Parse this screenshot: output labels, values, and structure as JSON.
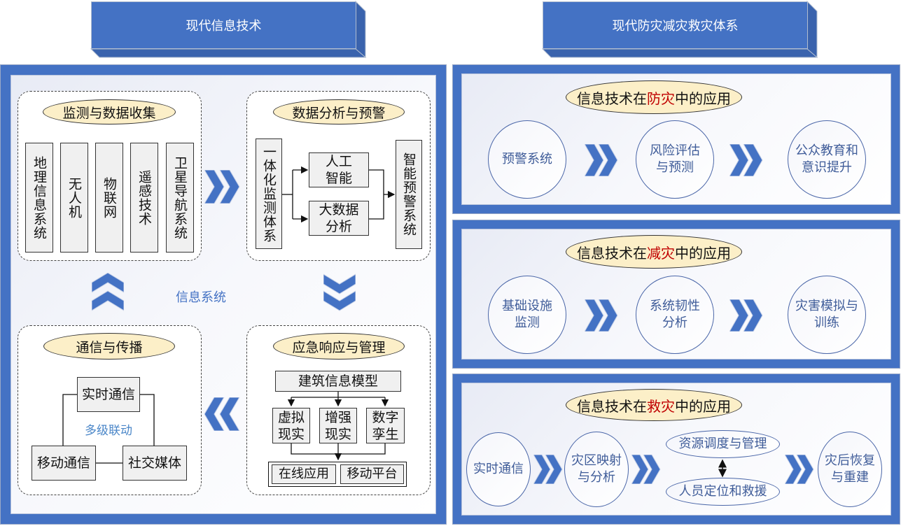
{
  "headers": {
    "left": "现代信息技术",
    "right": "现代防灾减灾救灾体系"
  },
  "colors": {
    "primary_blue": "#4472c4",
    "oval_fill": "#fcefc8",
    "highlight_red": "#c00000",
    "box_fill": "#f0f0f0"
  },
  "left_panel": {
    "center_label": "信息系统",
    "monitoring": {
      "title": "监测与数据收集",
      "items": [
        "地理信息系统",
        "无人机",
        "物联网",
        "遥感技术",
        "卫星导航系统"
      ]
    },
    "analysis": {
      "title": "数据分析与预警",
      "source": "一体化监测体系",
      "ai": "人工智能",
      "bigdata": "大数据分析",
      "ai_lines": [
        "人工",
        "智能"
      ],
      "bigdata_lines": [
        "大数据",
        "分析"
      ],
      "target": "智能预警系统"
    },
    "emergency": {
      "title": "应急响应与管理",
      "bim": "建筑信息模型",
      "techs": [
        {
          "l1": "虚拟",
          "l2": "现实"
        },
        {
          "l1": "增强",
          "l2": "现实"
        },
        {
          "l1": "数字",
          "l2": "孪生"
        }
      ],
      "platforms": [
        "在线应用",
        "移动平台"
      ]
    },
    "communication": {
      "title": "通信与传播",
      "top": "实时通信",
      "left": "移动通信",
      "right": "社交媒体",
      "center": "多级联动"
    }
  },
  "right_panels": {
    "prevention": {
      "title_pre": "信息技术在",
      "title_key": "防灾",
      "title_post": "中的应用",
      "steps": [
        {
          "l1": "预警系统",
          "l2": ""
        },
        {
          "l1": "风险评估",
          "l2": "与预测"
        },
        {
          "l1": "公众教育和",
          "l2": "意识提升"
        }
      ]
    },
    "mitigation": {
      "title_pre": "信息技术在",
      "title_key": "减灾",
      "title_post": "中的应用",
      "steps": [
        {
          "l1": "基础设施",
          "l2": "监测"
        },
        {
          "l1": "系统韧性",
          "l2": "分析"
        },
        {
          "l1": "灾害模拟与",
          "l2": "训练"
        }
      ]
    },
    "relief": {
      "title_pre": "信息技术在",
      "title_key": "救灾",
      "title_post": "中的应用",
      "steps": [
        {
          "l1": "实时通信",
          "l2": ""
        },
        {
          "l1": "灾区映射",
          "l2": "与分析"
        },
        {
          "l1": "灾后恢复",
          "l2": "与重建"
        }
      ],
      "parallel_top": "资源调度与管理",
      "parallel_bottom": "人员定位和救援"
    }
  }
}
